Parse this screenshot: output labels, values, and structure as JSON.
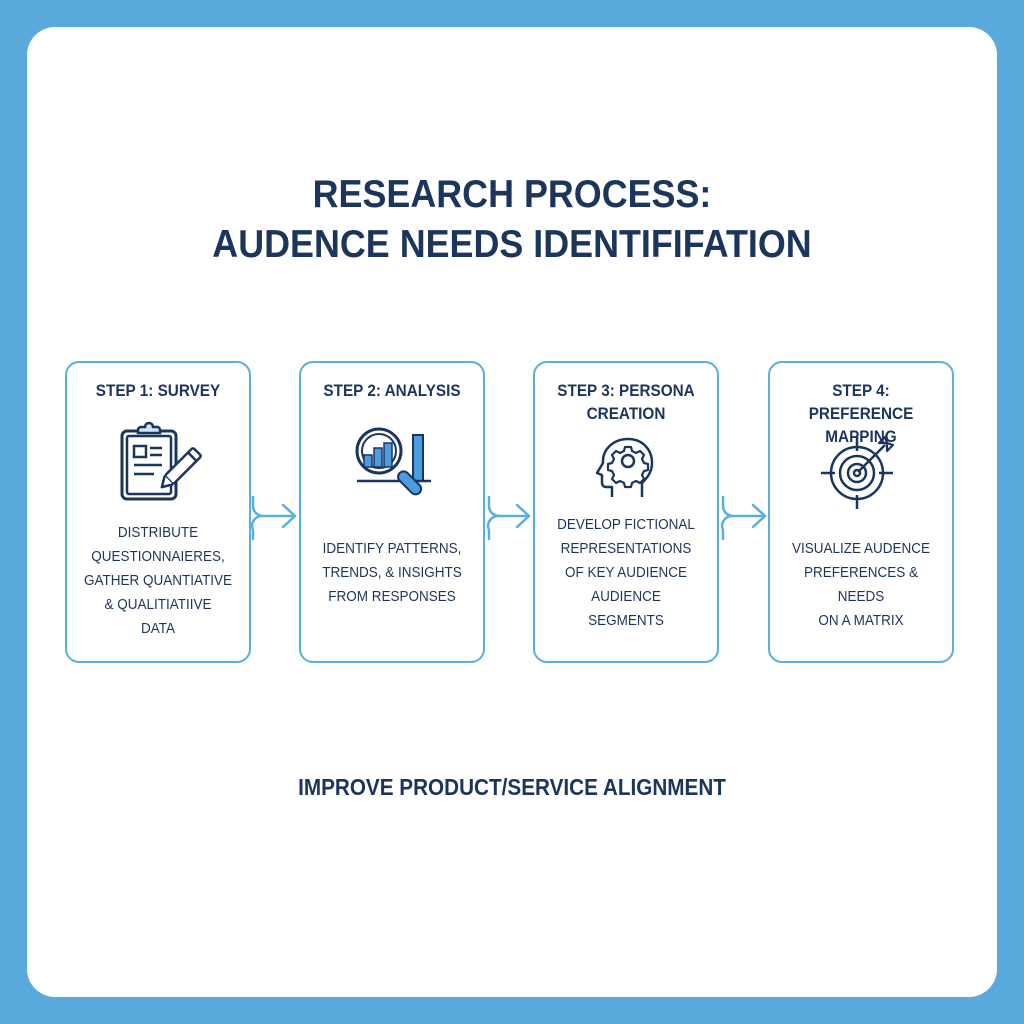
{
  "colors": {
    "frame": "#59a9dc",
    "card": "#ffffff",
    "text_dark": "#1c355c",
    "accent_blue": "#5aaee0",
    "icon_fill_light": "#cfe6f7",
    "icon_fill_blue": "#4a9ee0"
  },
  "title": {
    "line1": "RESEARCH PROCESS:",
    "line2": "AUDENCE NEEDS IDENTIFIFATION"
  },
  "steps": [
    {
      "title_lines": [
        "STEP 1: SURVEY"
      ],
      "icon": "clipboard-pencil-icon",
      "desc_lines": [
        "DISTRIBUTE",
        "QUESTIONNAIERES,",
        "GATHER QUANTIATIVE",
        "& QUALITIATIIVE",
        "DATA"
      ]
    },
    {
      "title_lines": [
        "STEP 2: ANALYSIS"
      ],
      "icon": "magnifier-chart-icon",
      "desc_lines": [
        "IDENTIFY PATTERNS,",
        "TRENDS, & INSIGHTS",
        "FROM RESPONSES"
      ]
    },
    {
      "title_lines": [
        "STEP 3: PERSONA",
        "CREATION"
      ],
      "icon": "head-gear-icon",
      "desc_lines": [
        "DEVELOP FICTIONAL",
        "REPRESENTATIONS",
        "OF KEY AUDIENCE",
        "AUDIENCE",
        "SEGMENTS"
      ]
    },
    {
      "title_lines": [
        "STEP 4: PREFERENCE",
        "MAPPING"
      ],
      "icon": "target-arrow-icon",
      "desc_lines": [
        "VISUALIZE AUDENCE",
        "PREFERENCES & NEEDS",
        "ON A MATRIX"
      ]
    }
  ],
  "footer": {
    "text": "IMPROVE PRODUCT/SERVICE ALIGNMENT"
  }
}
